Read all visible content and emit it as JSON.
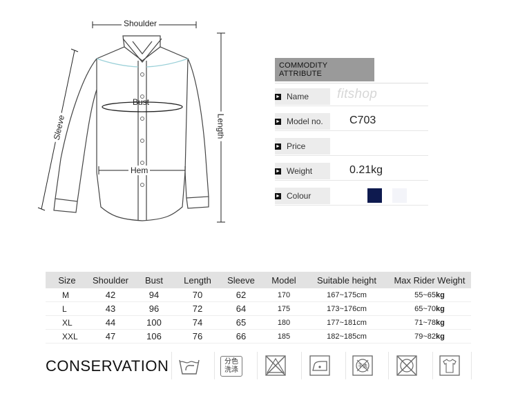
{
  "diagram": {
    "shoulder_label": "Shoulder",
    "bust_label": "Bust",
    "hem_label": "Hem",
    "sleeve_label": "Sleeve",
    "length_label": "Length"
  },
  "attributes": {
    "title": "COMMODITY ATTRIBUTE",
    "rows": [
      {
        "label": "Name",
        "value": "fitshop"
      },
      {
        "label": "Model no.",
        "value": "C703"
      },
      {
        "label": "Price",
        "value": ""
      },
      {
        "label": "Weight",
        "value": "0.21kg"
      },
      {
        "label": "Colour",
        "value": ""
      }
    ],
    "colours": [
      "#0e1a4f",
      "#f3f4f9"
    ]
  },
  "size_table": {
    "headers": [
      "Size",
      "Shoulder",
      "Bust",
      "Length",
      "Sleeve",
      "Model",
      "Suitable height",
      "Max Rider Weight"
    ],
    "rows": [
      [
        "M",
        "42",
        "94",
        "70",
        "62",
        "170",
        "167~175cm",
        "55~65kg"
      ],
      [
        "L",
        "43",
        "96",
        "72",
        "64",
        "175",
        "173~176cm",
        "65~70kg"
      ],
      [
        "XL",
        "44",
        "100",
        "74",
        "65",
        "180",
        "177~181cm",
        "71~78kg"
      ],
      [
        "XXL",
        "47",
        "106",
        "76",
        "66",
        "185",
        "182~185cm",
        "79~82kg"
      ]
    ]
  },
  "conservation": {
    "title": "CONSERVATION",
    "icons": [
      "hand-wash-icon",
      "separate-colors-wash-icon",
      "do-not-bleach-icon",
      "low-iron-icon",
      "do-not-dry-clean-icon",
      "do-not-tumble-dry-icon",
      "hang-dry-icon"
    ],
    "separate_colors_text_1": "分色",
    "separate_colors_text_2": "洗涤",
    "dry_clean_text": "干洗"
  }
}
